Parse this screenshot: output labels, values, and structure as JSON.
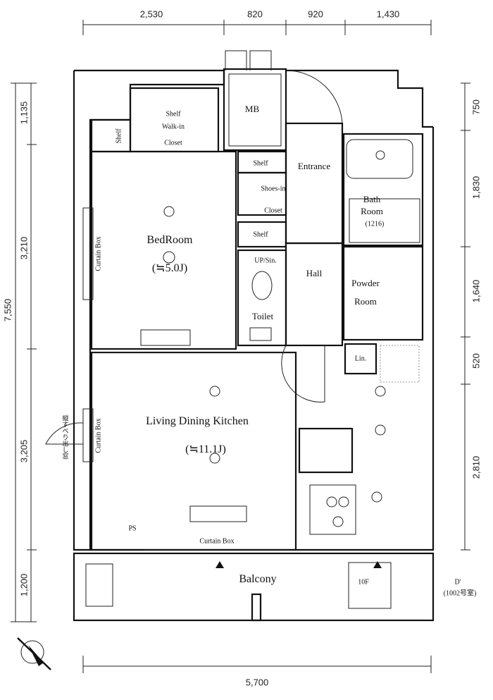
{
  "dimensions": {
    "top": [
      "2,530",
      "820",
      "920",
      "1,430"
    ],
    "left_total": "7,550",
    "left": [
      "1,135",
      "3,210",
      "3,205",
      "1,200"
    ],
    "right": [
      "750",
      "1,830",
      "1,640",
      "520",
      "2,810"
    ],
    "bottom": "5,700"
  },
  "rooms": {
    "bedroom": {
      "name": "BedRoom",
      "area": "(≒5.0J)"
    },
    "ldk": {
      "name": "Living Dining Kitchen",
      "area": "(≒11.1J)"
    },
    "walk_in_closet": {
      "shelf": "Shelf",
      "line1": "Walk-in",
      "line2": "Closet"
    },
    "side_shelf": "Shelf",
    "mb": "MB",
    "entrance": "Entrance",
    "shelf_upper": "Shelf",
    "shoes_in_closet": {
      "line1": "Shoes-in",
      "line2": "Closet"
    },
    "shelf_lower": "Shelf",
    "up_sin": "UP/Sin.",
    "toilet": "Toilet",
    "hall": "Hall",
    "bath": {
      "line1": "Bath",
      "line2": "Room",
      "size": "(1216)"
    },
    "powder": {
      "line1": "Powder",
      "line2": "Room"
    },
    "linen": "Lin.",
    "balcony": "Balcony",
    "curtain_box_bottom": "Curtain Box",
    "curtain_box_left_upper": "Curtain Box",
    "curtain_box_left_lower": "Curtain Box",
    "window_note": "縦すべり出し窓",
    "ps": "PS",
    "evac_hatch": "10F",
    "drain_label": "D'",
    "drain_note": "(1002号室)"
  }
}
